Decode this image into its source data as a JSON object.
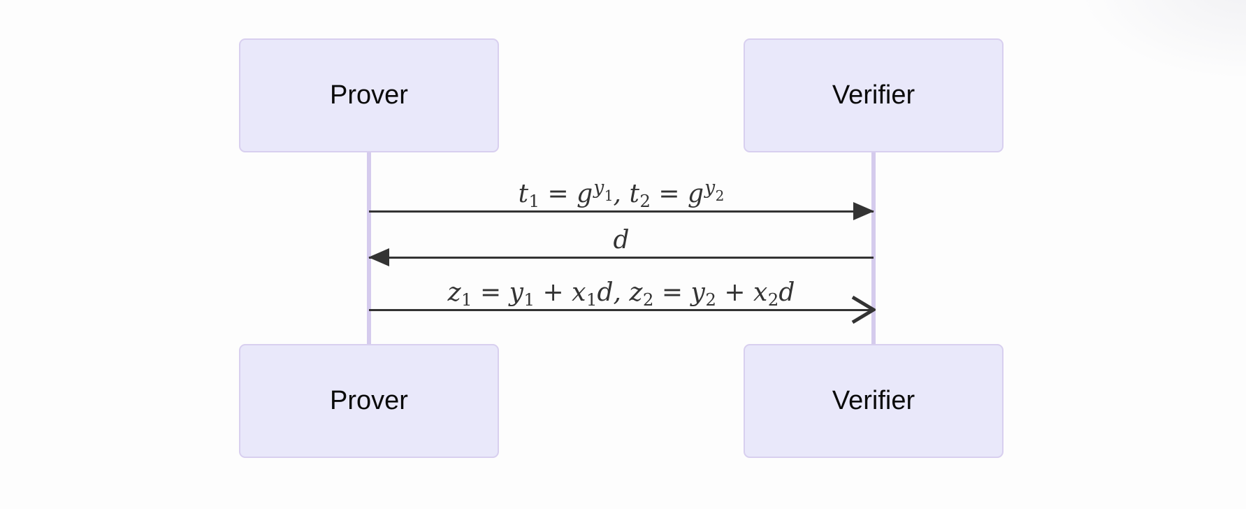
{
  "diagram": {
    "type": "sequence-diagram",
    "colors": {
      "background": "#fdfdfd",
      "actor_fill": "#e9e8fa",
      "actor_border": "#d8cfef",
      "lifeline": "#d5cbed",
      "message_line": "#333333",
      "message_text": "#333333",
      "actor_text": "#0a0a0a"
    },
    "actors": [
      {
        "id": "prover",
        "label": "Prover"
      },
      {
        "id": "verifier",
        "label": "Verifier"
      }
    ],
    "messages": [
      {
        "from": "prover",
        "to": "verifier",
        "direction": "right",
        "arrowhead": "filled",
        "text": "t1 = g^(y1), t2 = g^(y2)",
        "segments": [
          {
            "text": "t"
          },
          {
            "text": "1",
            "style": "sub"
          },
          {
            "text": " = "
          },
          {
            "text": "g"
          },
          {
            "text": "y",
            "style": "sup"
          },
          {
            "text": "1",
            "style": "supsub"
          },
          {
            "text": ", "
          },
          {
            "text": "t"
          },
          {
            "text": "2",
            "style": "sub"
          },
          {
            "text": " = "
          },
          {
            "text": "g"
          },
          {
            "text": "y",
            "style": "sup"
          },
          {
            "text": "2",
            "style": "supsub"
          }
        ]
      },
      {
        "from": "verifier",
        "to": "prover",
        "direction": "left",
        "arrowhead": "filled",
        "text": "d",
        "segments": [
          {
            "text": "d"
          }
        ]
      },
      {
        "from": "prover",
        "to": "verifier",
        "direction": "right",
        "arrowhead": "open",
        "text": "z1 = y1 + x1d, z2 = y2 + x2d",
        "segments": [
          {
            "text": "z"
          },
          {
            "text": "1",
            "style": "sub"
          },
          {
            "text": " = "
          },
          {
            "text": "y"
          },
          {
            "text": "1",
            "style": "sub"
          },
          {
            "text": " + "
          },
          {
            "text": "x"
          },
          {
            "text": "1",
            "style": "sub"
          },
          {
            "text": "d"
          },
          {
            "text": ", "
          },
          {
            "text": "z"
          },
          {
            "text": "2",
            "style": "sub"
          },
          {
            "text": " = "
          },
          {
            "text": "y"
          },
          {
            "text": "2",
            "style": "sub"
          },
          {
            "text": " + "
          },
          {
            "text": "x"
          },
          {
            "text": "2",
            "style": "sub"
          },
          {
            "text": "d"
          }
        ]
      }
    ]
  }
}
